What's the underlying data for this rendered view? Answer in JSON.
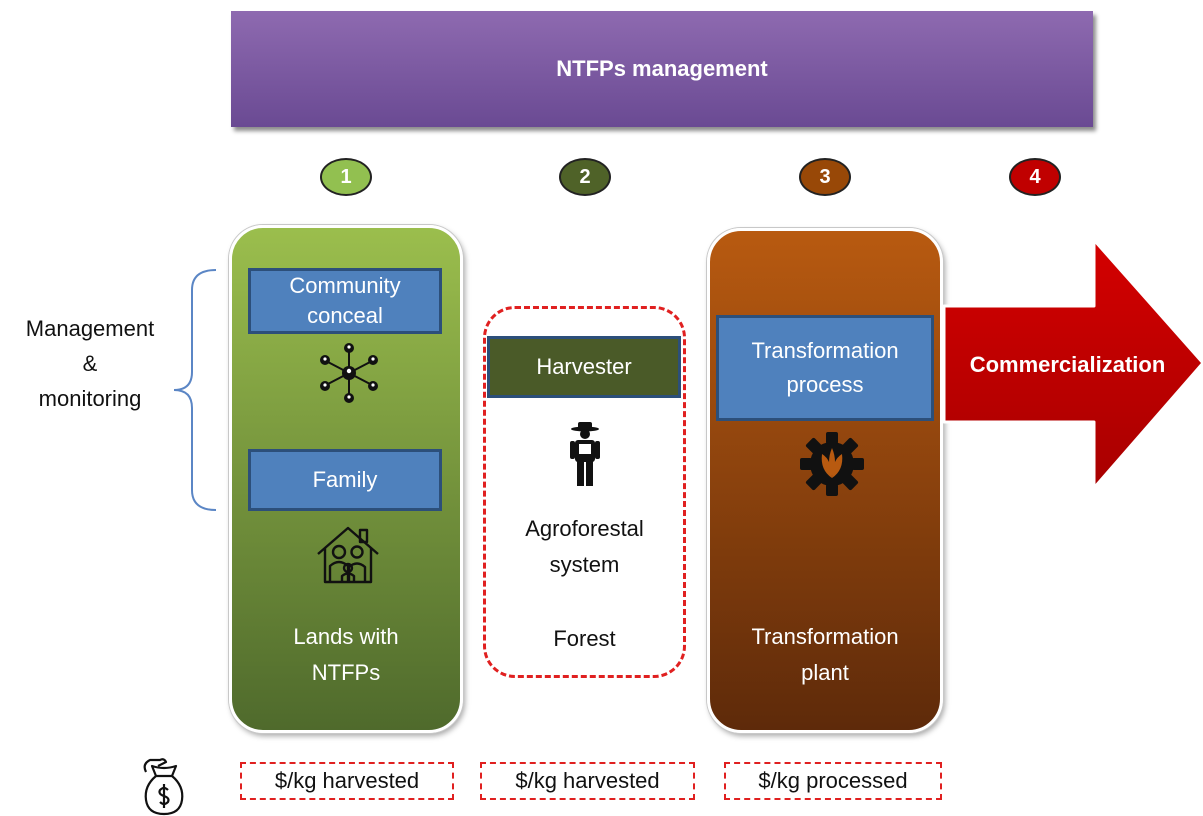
{
  "header": {
    "title": "NTFPs management"
  },
  "steps": [
    {
      "number": "1",
      "color": "#92c050"
    },
    {
      "number": "2",
      "color": "#4f6228"
    },
    {
      "number": "3",
      "color": "#984807"
    },
    {
      "number": "4",
      "color": "#c00000"
    }
  ],
  "side": {
    "line1": "Management",
    "line2": "&",
    "line3": "monitoring"
  },
  "column1": {
    "box_top": "Community conceal",
    "box_bottom": "Family",
    "caption_line1": "Lands with",
    "caption_line2": "NTFPs",
    "icons": [
      "network-people-icon",
      "family-house-icon"
    ]
  },
  "column2": {
    "box": "Harvester",
    "text_line1": "Agroforestal",
    "text_line2": "system",
    "text_line3": "Forest",
    "icons": [
      "farmer-icon"
    ]
  },
  "column3": {
    "box_line1": "Transformation",
    "box_line2": "process",
    "caption_line1": "Transformation",
    "caption_line2": "plant",
    "icons": [
      "gear-leaf-icon"
    ]
  },
  "arrow": {
    "label": "Commercialization",
    "color": "#c00000"
  },
  "prices": [
    "$/kg harvested",
    "$/kg harvested",
    "$/kg processed"
  ],
  "money_icon": "money-bag-icon"
}
